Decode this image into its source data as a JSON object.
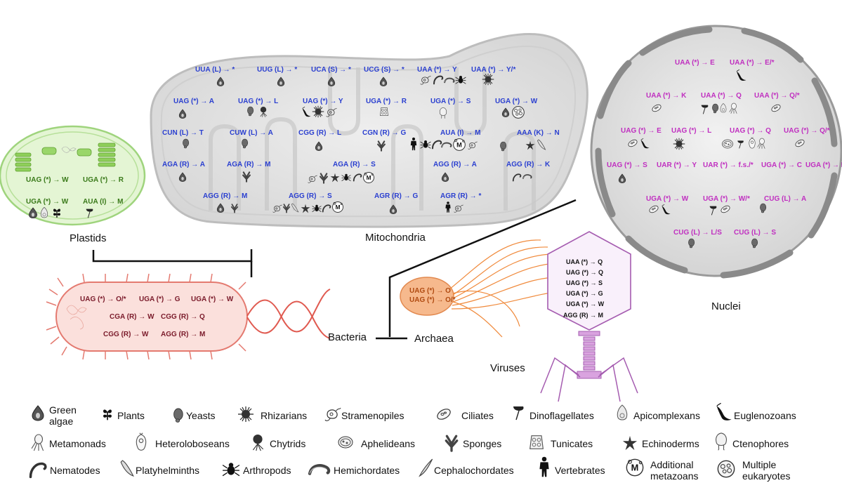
{
  "regions": {
    "plastids": "Plastids",
    "mitochondria": "Mitochondria",
    "nuclei": "Nuclei",
    "bacteria": "Bacteria",
    "archaea": "Archaea",
    "viruses": "Viruses"
  },
  "plastid_codes": [
    "UAG (*) → W",
    "UGA (*) → R",
    "UGA (*) → W",
    "AUA (I) → M"
  ],
  "mito_codes": [
    "UUA (L) → *",
    "UUG (L) → *",
    "UCA (S) → *",
    "UCG (S) → *",
    "UAA (*) → Y",
    "UAA (*) → Y/*",
    "UAG (*) → A",
    "UAG (*) → L",
    "UAG (*) → Y",
    "UGA (*) → R",
    "UGA (*) → S",
    "UGA (*) → W",
    "CUN (L) → T",
    "CUW (L) → A",
    "CGG (R) → L",
    "CGN (R) → G",
    "AUA (I) → M",
    "AAA (K) → N",
    "AGA (R) → A",
    "AGA (R) → M",
    "AGA (R) → S",
    "AGG (R) → A",
    "AGG (R) → K",
    "AGG (R) → M",
    "AGG (R) → S",
    "AGR (R) → G",
    "AGR (R) → *"
  ],
  "nuclei_codes": [
    "UAA (*) → E",
    "UAA (*) → E/*",
    "UAA (*) → K",
    "UAA (*) → Q",
    "UAA (*) → Q/*",
    "UAG (*) → E",
    "UAG (*) → L",
    "UAG (*) → Q",
    "UAG (*) → Q/*",
    "UAG (*) → S",
    "UAR (*) → Y",
    "UAR (*) → f.s./*",
    "UGA (*) → C",
    "UGA (*) → R/*",
    "UGA (*) → W",
    "UGA (*) → W/*",
    "CUG (L) → A",
    "CUG (L) → L/S",
    "CUG (L) → S"
  ],
  "bacteria_codes": [
    "UAG (*) → O/*",
    "UGA (*) → G",
    "UGA (*) → W",
    "CGA (R) → W",
    "CGG (R) → Q",
    "CGG (R) → W",
    "AGG (R) → M"
  ],
  "archaea_codes": [
    "UAG (*) → O",
    "UAG (*) → O/*"
  ],
  "virus_codes": [
    "UAA (*) → Q",
    "UAG (*) → Q",
    "UAG (*) → S",
    "UGA (*) → G",
    "UGA (*) → W",
    "AGG (R) → M"
  ],
  "legend": [
    {
      "label": "Green algae",
      "icon": "green-algae"
    },
    {
      "label": "Plants",
      "icon": "plant"
    },
    {
      "label": "Yeasts",
      "icon": "yeast"
    },
    {
      "label": "Rhizarians",
      "icon": "rhizarian"
    },
    {
      "label": "Stramenopiles",
      "icon": "stramenopile"
    },
    {
      "label": "Ciliates",
      "icon": "ciliate"
    },
    {
      "label": "Dinoflagellates",
      "icon": "dinoflagellate"
    },
    {
      "label": "Apicomplexans",
      "icon": "apicomplexan"
    },
    {
      "label": "Euglenozoans",
      "icon": "euglenozoan"
    },
    {
      "label": "Metamonads",
      "icon": "metamonad"
    },
    {
      "label": "Heteroloboseans",
      "icon": "heterolobosean"
    },
    {
      "label": "Chytrids",
      "icon": "chytrid"
    },
    {
      "label": "Aphelideans",
      "icon": "aphelidean"
    },
    {
      "label": "Sponges",
      "icon": "sponge"
    },
    {
      "label": "Tunicates",
      "icon": "tunicate"
    },
    {
      "label": "Echinoderms",
      "icon": "echinoderm"
    },
    {
      "label": "Ctenophores",
      "icon": "ctenophore"
    },
    {
      "label": "Nematodes",
      "icon": "nematode"
    },
    {
      "label": "Platyhelminths",
      "icon": "platyhelminth"
    },
    {
      "label": "Arthropods",
      "icon": "arthropod"
    },
    {
      "label": "Hemichordates",
      "icon": "hemichordate"
    },
    {
      "label": "Cephalochordates",
      "icon": "cephalochordate"
    },
    {
      "label": "Vertebrates",
      "icon": "vertebrate"
    },
    {
      "label": "Additional metazoans",
      "icon": "additional-metazoan",
      "badge": "M"
    },
    {
      "label": "Multiple eukaryotes",
      "icon": "multiple-eukaryotes"
    }
  ]
}
